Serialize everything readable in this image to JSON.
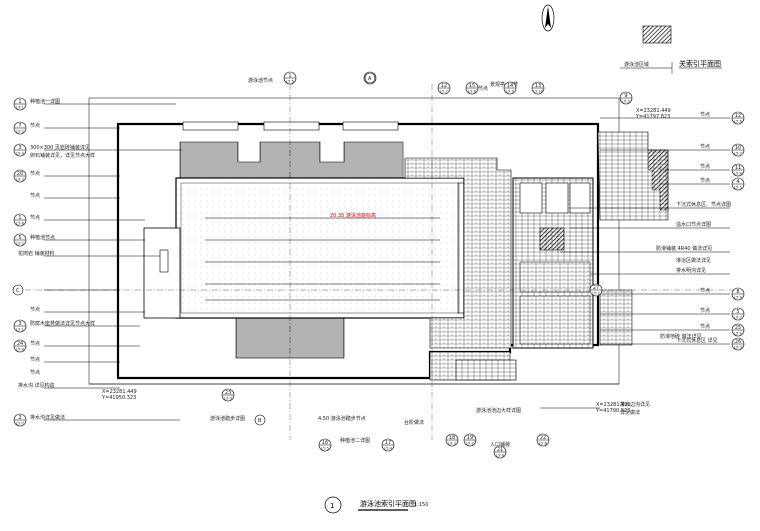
{
  "key_plan": {
    "title": "关索引平面图",
    "hatch_label": "游泳池区域"
  },
  "title_block": {
    "number": "1",
    "title": "游泳池索引平面图",
    "scale": "1:150"
  },
  "coordinates": {
    "top_right": "X=23281.449\nY=41797.823",
    "bottom_left": "X=23281.449\nY=41950.323",
    "bottom_right": "X=23281.921\nY=41790.823"
  },
  "pool_label": "20.35 游泳池底标高",
  "left_notes": [
    "种植池一详图",
    "节点",
    "300×300 页岩砖铺装详见",
    "卵石铺装详见，详见节点大样",
    "节点",
    "节点",
    "节点",
    "种植池节点",
    "花岗岩 铺装材料",
    "节点",
    "节点",
    "防腐木座凳做法详见节点大样",
    "节点",
    "节点",
    "排水沟 详见构造",
    "排水沟详见做法"
  ],
  "right_notes": [
    "节点",
    "节点",
    "节点",
    "节点",
    "下沉式休息区、节点详图",
    "溢水口节点详图",
    "防滑铺装 4R40 做法详见",
    "淋浴区做法详见",
    "排水明沟详见",
    "节点",
    "节点",
    "节点",
    "防滑地砖 做法详见",
    "下沉式休息区 详见",
    "排水边沟详见",
    "详见做法"
  ],
  "bottom_notes": [
    "游泳池踏步详图",
    "4.50 游泳池踏步节点",
    "种植池二详图",
    "台阶做法",
    "游泳池池边大样详图",
    "入口铺装"
  ],
  "top_notes": [
    "游泳池节点",
    "详见节点",
    "景观亭",
    "座凳"
  ],
  "callouts": {
    "top": [
      {
        "n": "1",
        "s": "L5-5"
      },
      {
        "n": "6",
        "s": "L5-1"
      },
      {
        "n": "12",
        "s": "L5-7"
      },
      {
        "n": "15",
        "s": "L5-8"
      },
      {
        "n": "14",
        "s": "L5-9"
      },
      {
        "n": "13",
        "s": "L5-10"
      },
      {
        "n": "9",
        "s": "L5-3"
      }
    ],
    "left": [
      {
        "n": "1",
        "s": "L5-1"
      },
      {
        "n": "7",
        "s": "L5-2"
      },
      {
        "n": "3",
        "s": "L5-4"
      },
      {
        "n": "20",
        "s": "L5-3"
      },
      {
        "n": "1",
        "s": "L5-6"
      },
      {
        "n": "5",
        "s": "L5-2"
      },
      {
        "n": "3",
        "s": "L5-1"
      },
      {
        "n": "24",
        "s": "L5-4"
      },
      {
        "n": "2",
        "s": "L5-7"
      }
    ],
    "right": [
      {
        "n": "12",
        "s": "L5-6"
      },
      {
        "n": "10",
        "s": "L5-7"
      },
      {
        "n": "11",
        "s": "L5-8"
      },
      {
        "n": "4",
        "s": "L5-5"
      },
      {
        "n": "8",
        "s": "L5-9"
      },
      {
        "n": "5",
        "s": "L5-7"
      },
      {
        "n": "25",
        "s": "L5-1"
      },
      {
        "n": "26",
        "s": "L5-3"
      },
      {
        "n": "27",
        "s": "L5-2"
      }
    ],
    "bottom": [
      {
        "n": "16",
        "s": "L5-5"
      },
      {
        "n": "17",
        "s": "L5-4"
      },
      {
        "n": "18",
        "s": "L5-3"
      },
      {
        "n": "19",
        "s": "L5-2"
      },
      {
        "n": "21",
        "s": "L5-6"
      },
      {
        "n": "22",
        "s": "L5-8"
      },
      {
        "n": "23",
        "s": "L5-3"
      }
    ]
  },
  "section_marks": {
    "a": "A",
    "b": "B",
    "c": "C"
  }
}
